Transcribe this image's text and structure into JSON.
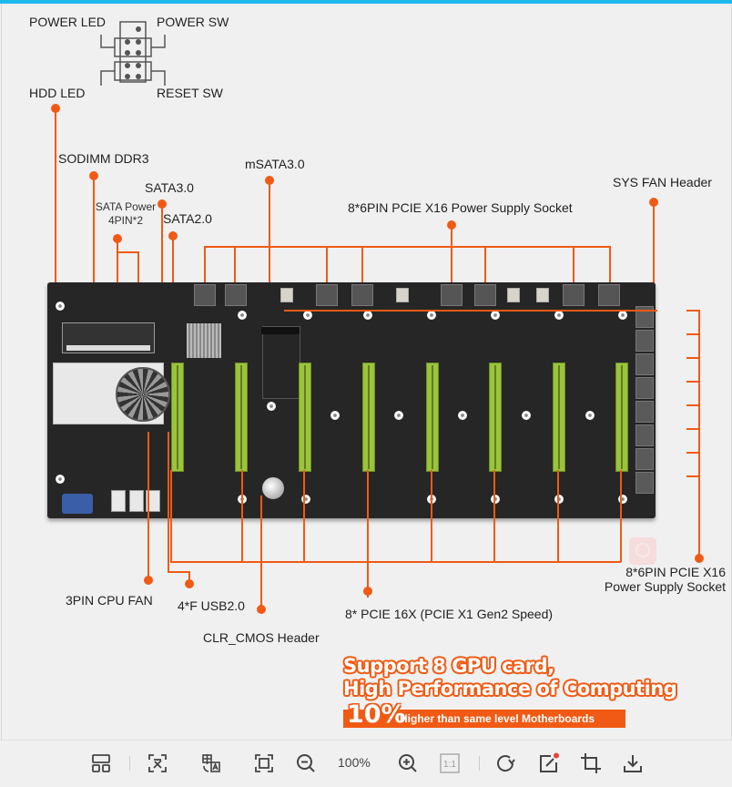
{
  "panel_header": {
    "labels": {
      "power_led": "POWER LED",
      "power_sw": "POWER SW",
      "hdd_led": "HDD  LED",
      "reset_sw": "RESET SW"
    }
  },
  "callouts": {
    "sodimm": "SODIMM DDR3",
    "sata_power_line1": "SATA Power",
    "sata_power_line2": "4PIN*2",
    "sata3": "SATA3.0",
    "sata2": "SATA2.0",
    "msata": "mSATA3.0",
    "pcie_power_top": "8*6PIN PCIE X16 Power Supply Socket",
    "sys_fan": "SYS FAN Header",
    "cpu_fan": "3PIN CPU FAN",
    "usb": "4*F USB2.0",
    "clr_cmos": "CLR_CMOS Header",
    "pcie_slots": "8* PCIE 16X (PCIE X1 Gen2 Speed)",
    "pcie_power_right_line1": "8*6PIN PCIE X16",
    "pcie_power_right_line2": "Power Supply Socket"
  },
  "promo": {
    "line1": "Support 8 GPU card,",
    "line2": "High Performance of Computing",
    "percent": "10%",
    "subline": "Higher than same level Motherboards"
  },
  "colors": {
    "accent_orange": "#f05a14",
    "title_bar_blue": "#1db8ee",
    "pcie_green": "#9ac43c",
    "board_black": "#262626"
  },
  "toolbar": {
    "zoom_level": "100%",
    "buttons": [
      {
        "name": "layout-icon"
      },
      {
        "name": "ocr-text-icon"
      },
      {
        "name": "translate-icon"
      },
      {
        "name": "fit-screen-icon"
      },
      {
        "name": "zoom-out-icon"
      },
      {
        "name": "zoom-in-icon"
      },
      {
        "name": "actual-size-icon",
        "label": "1:1"
      },
      {
        "name": "rotate-icon"
      },
      {
        "name": "edit-icon"
      },
      {
        "name": "crop-icon"
      },
      {
        "name": "download-icon"
      }
    ]
  }
}
